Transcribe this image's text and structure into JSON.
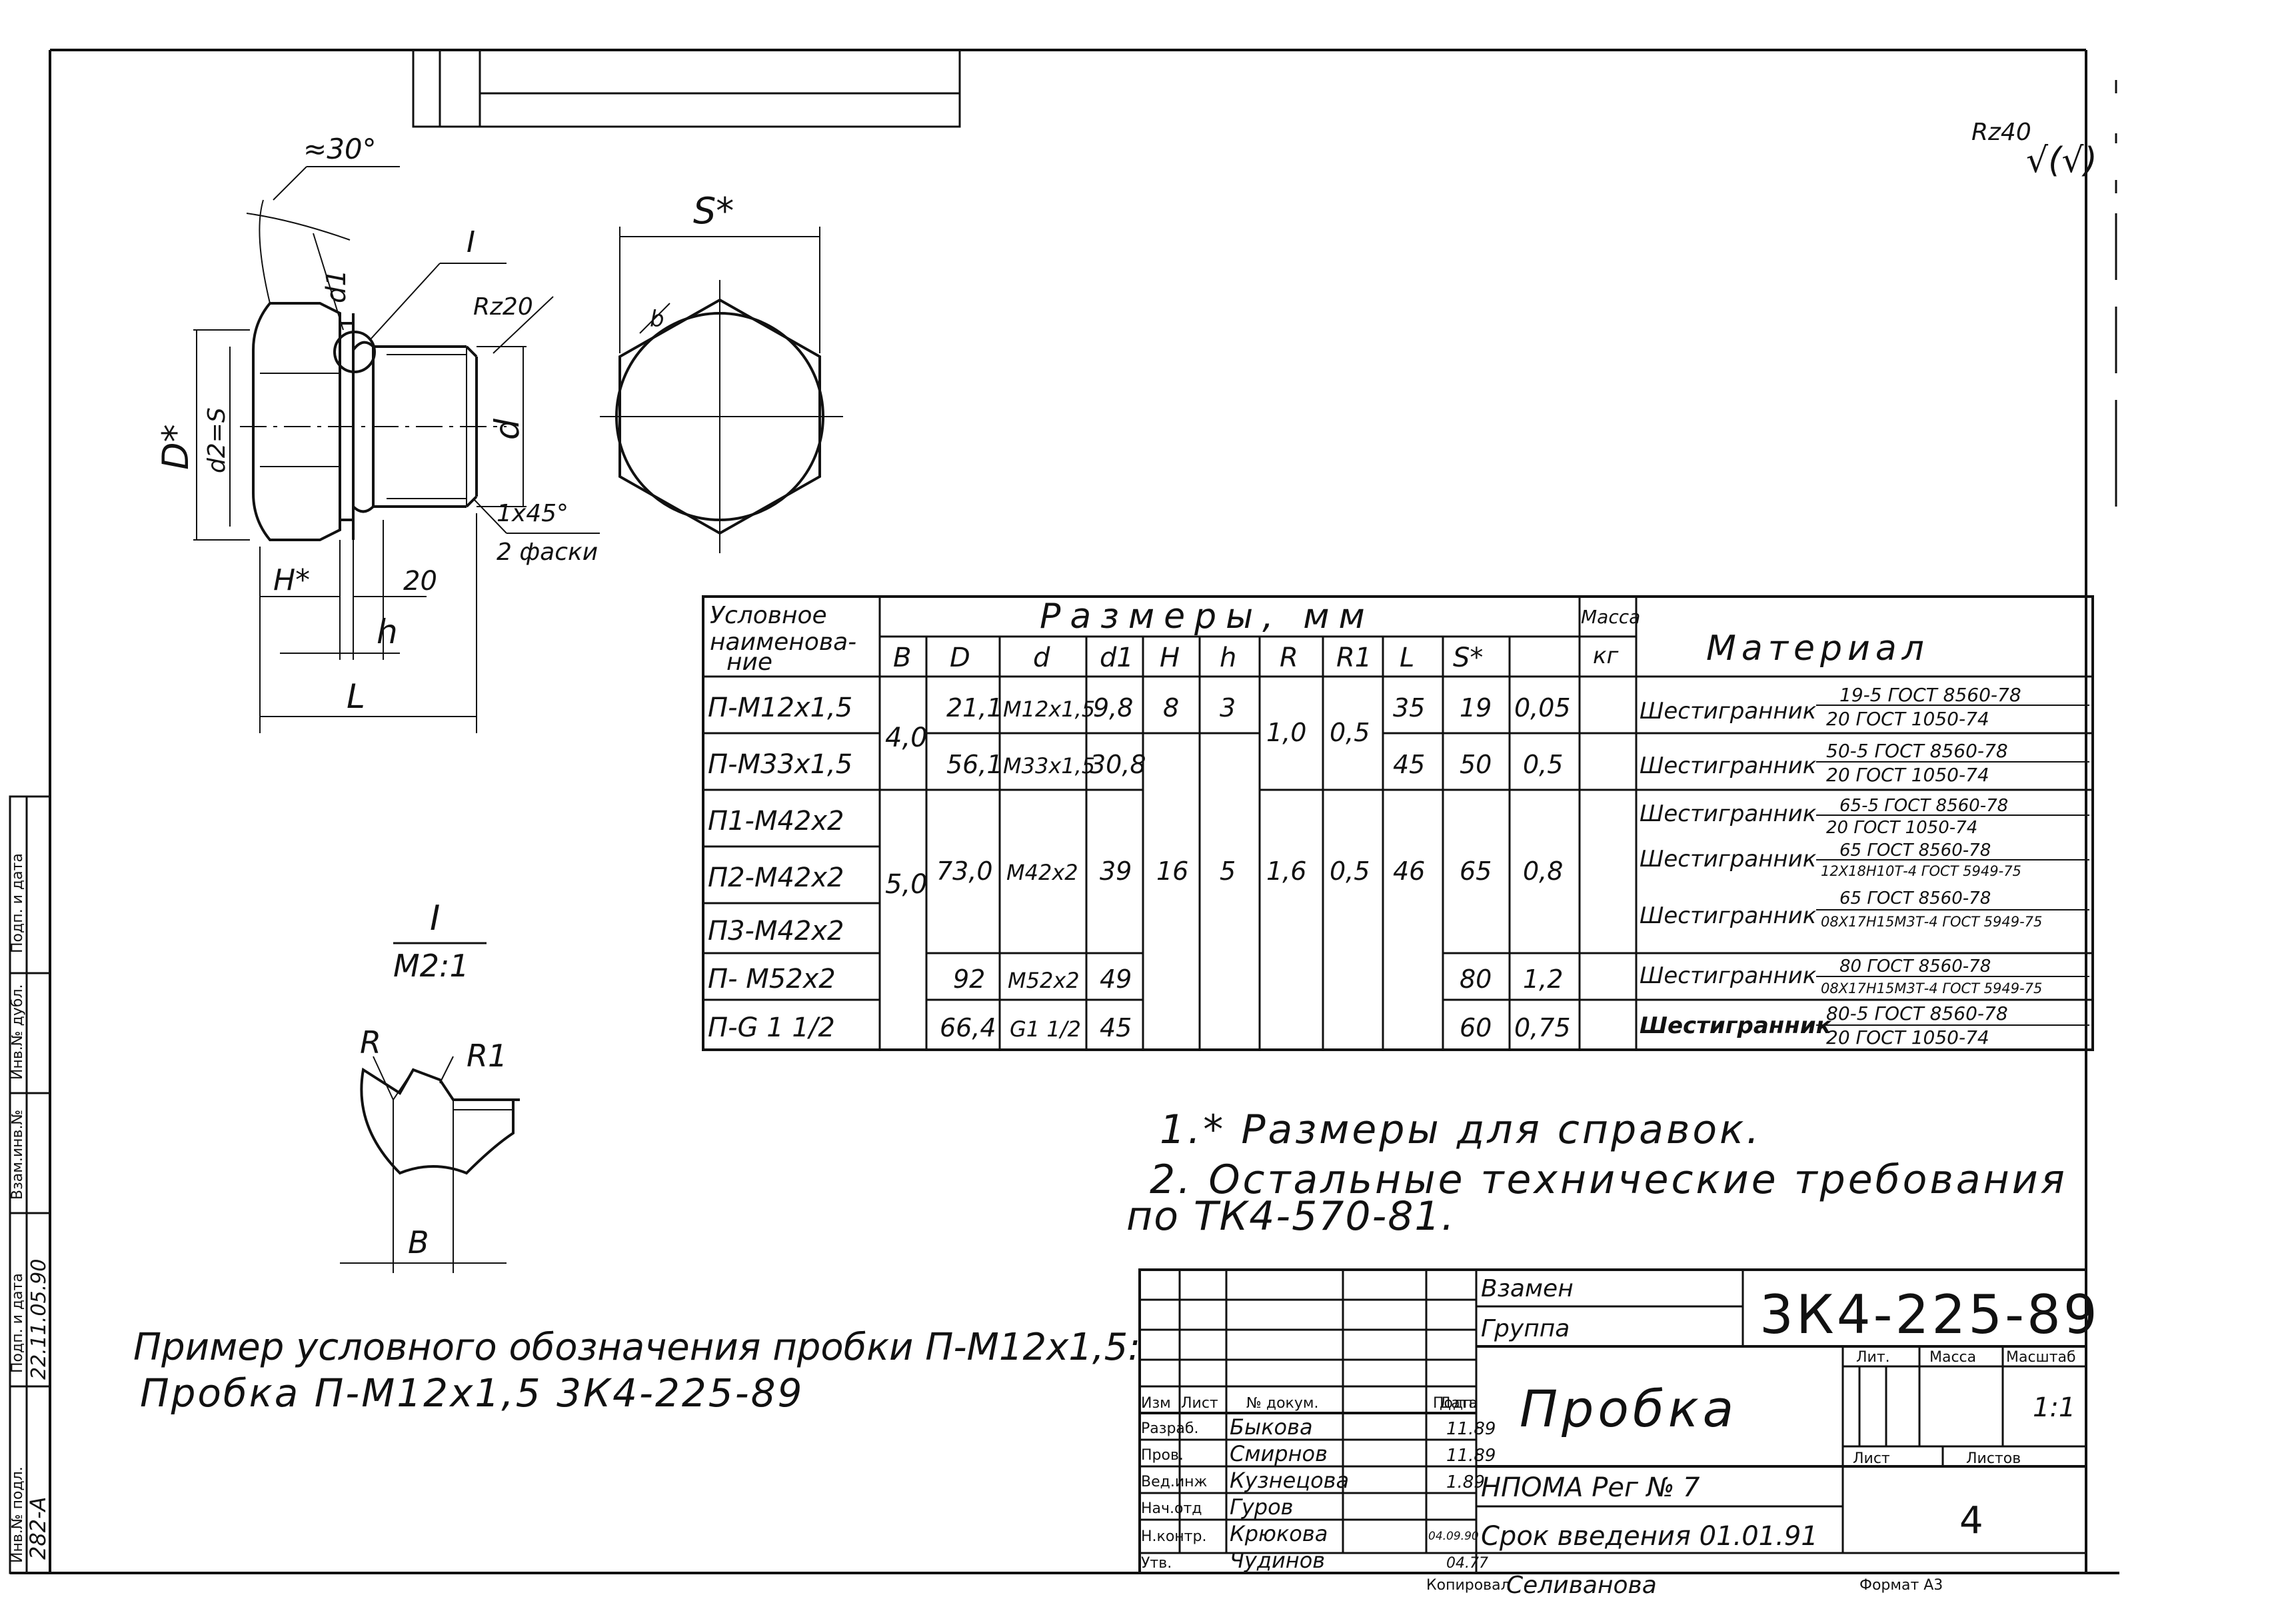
{
  "surface_finish": {
    "rz": "Rz40",
    "sym": "√(√)"
  },
  "plug_view": {
    "angle": "≈30°",
    "d1": "d1",
    "section_mark": "I",
    "rz20": "Rz20",
    "D": "D*",
    "d2": "d2=S",
    "d": "d",
    "chamfer": "1x45°",
    "chamfer_note": "2 фаски",
    "H": "H*",
    "dim20": "20",
    "h": "h",
    "L": "L"
  },
  "hex_view": {
    "S": "S*",
    "b": "b"
  },
  "detail": {
    "mark": "I",
    "scale": "M2:1",
    "R": "R",
    "R1": "R1",
    "B": "B"
  },
  "table": {
    "header_name": [
      "Условное",
      "наименова-",
      "ние"
    ],
    "header_dims": "Размеры, мм",
    "header_mass": [
      "Масса",
      "кг"
    ],
    "header_material": "Материал",
    "cols": [
      "B",
      "D",
      "d",
      "d1",
      "H",
      "h",
      "R",
      "R1",
      "L",
      "S*"
    ],
    "names": [
      "П-М12х1,5",
      "П-М33х1,5",
      "П1-М42х2",
      "П2-М42х2",
      "П3-М42х2",
      "П- М52х2",
      "П-G 1 1/2"
    ],
    "B": [
      "4,0",
      "5,0"
    ],
    "D": [
      "21,1",
      "56,1",
      "73,0",
      "92",
      "66,4"
    ],
    "d": [
      "М12х1,5",
      "М33х1,5",
      "М42х2",
      "М52х2",
      "G1 1/2"
    ],
    "d1": [
      "9,8",
      "30,8",
      "39",
      "49",
      "45"
    ],
    "H": [
      "8",
      "16"
    ],
    "h": [
      "3",
      "5"
    ],
    "R": [
      "1,0",
      "1,6"
    ],
    "R1": [
      "0,5",
      "0,5"
    ],
    "L": [
      "35",
      "45",
      "46"
    ],
    "S": [
      "19",
      "50",
      "65",
      "80",
      "60"
    ],
    "mass": [
      "0,05",
      "0,5",
      "0,8",
      "1,2",
      "0,75"
    ],
    "material_word": "Шестигранник",
    "materials": [
      {
        "top": "19-5 ГОСТ 8560-78",
        "bottom": "20 ГОСТ 1050-74"
      },
      {
        "top": "50-5 ГОСТ 8560-78",
        "bottom": "20 ГОСТ 1050-74"
      },
      {
        "top": "65-5 ГОСТ 8560-78",
        "bottom": "20 ГОСТ 1050-74"
      },
      {
        "top": "65 ГОСТ 8560-78",
        "bottom": "12Х18Н10Т-4 ГОСТ 5949-75"
      },
      {
        "top": "65 ГОСТ 8560-78",
        "bottom": "08Х17Н15М3Т-4 ГОСТ 5949-75"
      },
      {
        "top": "80 ГОСТ 8560-78",
        "bottom": "08Х17Н15М3Т-4 ГОСТ 5949-75"
      },
      {
        "top": "80-5 ГОСТ 8560-78",
        "bottom": "20 ГОСТ 1050-74"
      }
    ]
  },
  "notes": {
    "n1": "1.* Размеры для справок.",
    "n2a": "2. Остальные технические требования",
    "n2b": "по ТК4-570-81."
  },
  "example": {
    "line1": "Пример условного обозначения пробки П-М12х1,5:",
    "line2": "Пробка П-М12х1,5 3К4-225-89"
  },
  "title_block": {
    "vzamen": "Взамен",
    "gruppa": "Группа",
    "doc_number": "3К4-225-89",
    "name": "Пробка",
    "cols": [
      "Изм",
      "Лист",
      "№ докум.",
      "Подп.",
      "Дата"
    ],
    "roles": [
      {
        "role": "Разраб.",
        "name": "Быкова",
        "date": "11.89"
      },
      {
        "role": "Пров.",
        "name": "Смирнов",
        "date": "11.89"
      },
      {
        "role": "Вед.инж",
        "name": "Кузнецова",
        "date": "1.89"
      },
      {
        "role": "Нач.отд",
        "name": "Гуров",
        "date": ""
      },
      {
        "role": "Н.контр.",
        "name": "Крюкова",
        "date": "04.09.90"
      },
      {
        "role": "Утв.",
        "name": "Чудинов",
        "date": "04.77"
      }
    ],
    "lit": "Лит.",
    "massa": "Масса",
    "masshtab": "Масштаб",
    "scale_value": "1:1",
    "list": "Лист",
    "listov": "Листов",
    "org": "НПОМА Рег № 7",
    "srok": "Срок введения 01.01.91",
    "sheet_count": "4",
    "kopiroval": "Копировал",
    "kopiroval_name": "Селиванова",
    "format": "Формат А3"
  },
  "side_stamp": {
    "labels": [
      "Подп. и дата",
      "Инв.№ дубл.",
      "Взам.инв.№",
      "Подп. и дата",
      "Инв.№ подл."
    ],
    "sig_date": "22.11.05.90",
    "inv": "282-А"
  }
}
